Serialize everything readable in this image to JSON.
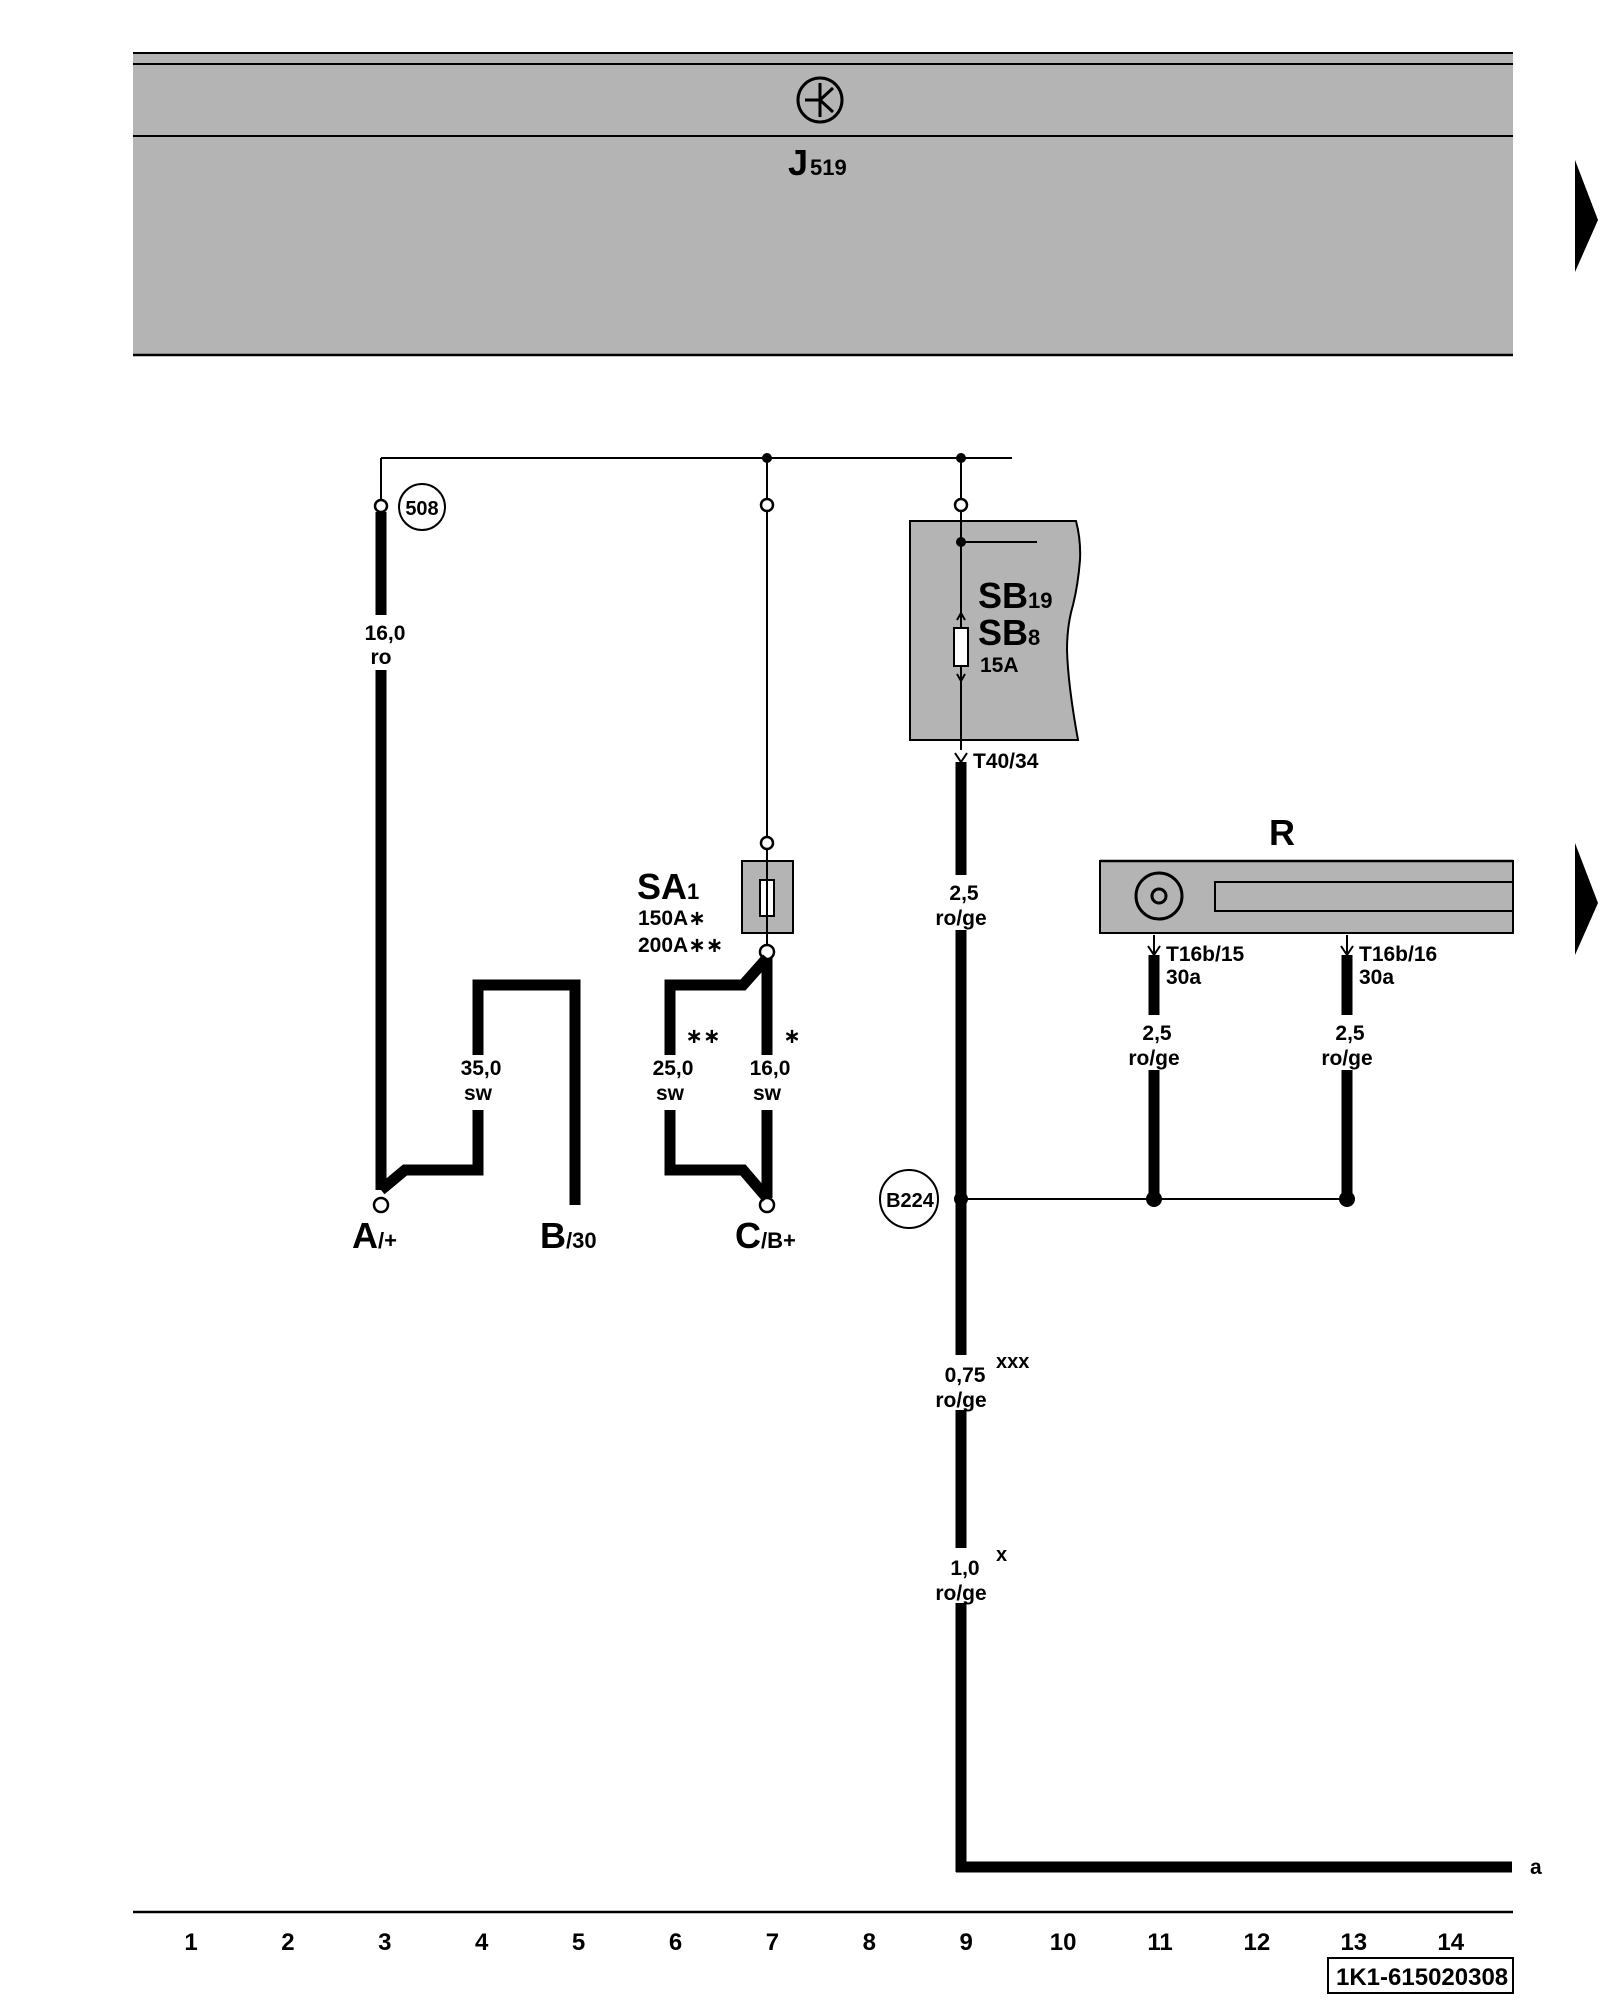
{
  "header": {
    "component": "J",
    "component_sub": "519"
  },
  "components": {
    "sb_line1": "SB",
    "sb_line1_sub": "19",
    "sb_line2": "SB",
    "sb_line2_sub": "8",
    "sb_rating": "15A",
    "sb_connector": "T40/34",
    "sa": "SA",
    "sa_sub": "1",
    "sa_rating_1": "150A",
    "sa_rating_1_mark": "∗",
    "sa_rating_2": "200A",
    "sa_rating_2_mark": "∗∗",
    "radio": "R",
    "radio_pin1": "T16b/15",
    "radio_pin1_sub": "30a",
    "radio_pin2": "T16b/16",
    "radio_pin2_sub": "30a",
    "ground_508": "508",
    "connector_b224": "B224"
  },
  "terminals": {
    "a": "A",
    "a_sub": "/+",
    "b": "B",
    "b_sub": "/30",
    "c": "C",
    "c_sub": "/B+"
  },
  "wires": {
    "w1_size": "16,0",
    "w1_color": "ro",
    "w2_size": "35,0",
    "w2_color": "sw",
    "w3_size": "25,0",
    "w3_color": "sw",
    "w3_mark": "∗∗",
    "w4_size": "16,0",
    "w4_color": "sw",
    "w4_mark": "∗",
    "w5_size": "2,5",
    "w5_color": "ro/ge",
    "w6_size": "2,5",
    "w6_color": "ro/ge",
    "w7_size": "2,5",
    "w7_color": "ro/ge",
    "w8_size": "0,75",
    "w8_color": "ro/ge",
    "w8_mark": "xxx",
    "w9_size": "1,0",
    "w9_color": "ro/ge",
    "w9_mark": "x",
    "continuation": "a"
  },
  "columns": [
    "1",
    "2",
    "3",
    "4",
    "5",
    "6",
    "7",
    "8",
    "9",
    "10",
    "11",
    "12",
    "13",
    "14"
  ],
  "footer": {
    "code": "1K1-615020308"
  }
}
